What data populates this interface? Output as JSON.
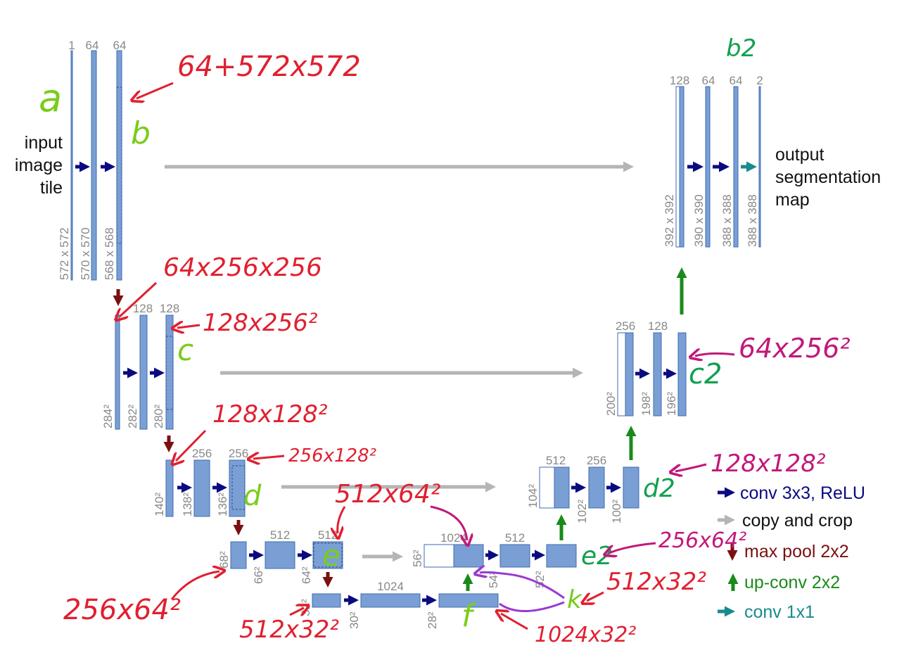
{
  "diagram": {
    "input_text": [
      "input",
      "image",
      "tile"
    ],
    "output_text": [
      "output",
      "segmentation",
      "map"
    ],
    "colors": {
      "block": "#7a9fd4",
      "block_stroke": "#3d6bb0",
      "conv_arrow": "#0a0a80",
      "copy_arrow": "#b5b5b5",
      "pool_arrow": "#7a1010",
      "upconv_arrow": "#1a8a1a",
      "conv1x1_arrow": "#1a8a8a",
      "hand_red": "#e02030",
      "hand_green": "#7acc1a",
      "hand_green_dark": "#12a050",
      "hand_magenta": "#c2187a",
      "hand_purple": "#9a3ad0"
    },
    "level1": {
      "channels": [
        "1",
        "64",
        "64"
      ],
      "sizes": [
        "572 x 572",
        "570 x 570",
        "568 x 568"
      ]
    },
    "level2": {
      "channels": [
        "128",
        "128"
      ],
      "sizes": [
        "284²",
        "282²",
        "280²"
      ]
    },
    "level3": {
      "channels": [
        "256",
        "256"
      ],
      "sizes": [
        "140²",
        "138²",
        "136²"
      ]
    },
    "level4": {
      "channels": [
        "512",
        "512"
      ],
      "sizes": [
        "68²",
        "66²",
        "64²"
      ]
    },
    "bottom": {
      "channels": [
        "1024"
      ],
      "sizes": [
        "32²",
        "30²",
        "28²"
      ]
    },
    "up4": {
      "channels": [
        "1024",
        "512"
      ],
      "sizes": [
        "56²",
        "54²",
        "52²"
      ]
    },
    "up3": {
      "channels": [
        "512",
        "256"
      ],
      "sizes": [
        "104²",
        "102²",
        "100²"
      ]
    },
    "up2": {
      "channels": [
        "256",
        "128"
      ],
      "sizes": [
        "200²",
        "198²",
        "196²"
      ]
    },
    "up1": {
      "channels": [
        "128",
        "64",
        "64",
        "2"
      ],
      "sizes": [
        "392 x 392",
        "390 x 390",
        "388 x 388",
        "388 x 388"
      ]
    }
  },
  "legend": [
    {
      "label": "conv 3x3, ReLU",
      "color": "#0a0a80",
      "icon": "arrow-right"
    },
    {
      "label": "copy and crop",
      "color": "#111111",
      "icon": "arrow-right-gray"
    },
    {
      "label": "max pool 2x2",
      "color": "#7a1010",
      "icon": "arrow-down"
    },
    {
      "label": "up-conv 2x2",
      "color": "#1a8a1a",
      "icon": "arrow-up"
    },
    {
      "label": "conv 1x1",
      "color": "#1a8a8a",
      "icon": "arrow-right-teal"
    }
  ],
  "annotations": {
    "a": "a",
    "b": "b",
    "b2": "b2",
    "c": "c",
    "c2": "c2",
    "d": "d",
    "d2": "d2",
    "e": "e",
    "e2": "e2",
    "f": "f",
    "k": "k",
    "n_64x572": "64+572x572",
    "n_64x256": "64x256x256",
    "n_128x256": "128x256²",
    "n_128x128": "128x128²",
    "n_256x128": "256x128²",
    "n_512x64": "512x64²",
    "n_256x64": "256x64²",
    "n_512x32": "512x32²",
    "n_1024x32": "1024x32²",
    "n_512x32_k": "512x32²",
    "n_256x64_e2": "256x64²",
    "n_128x128_d2": "128x128²",
    "n_64x256_c2": "64x256²"
  }
}
